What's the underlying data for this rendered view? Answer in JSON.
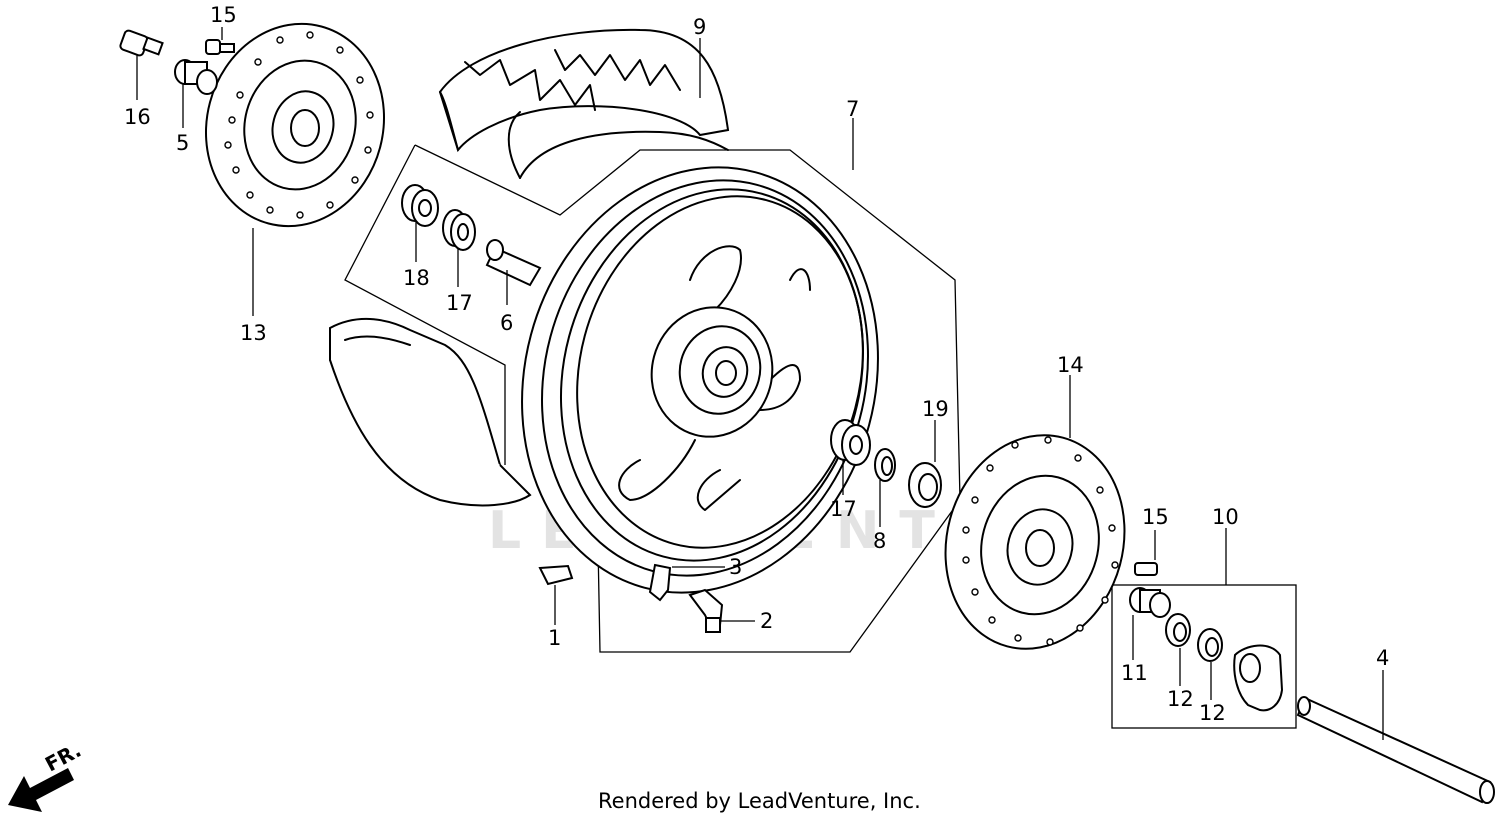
{
  "watermark": "LEADVENTURE",
  "caption": "Rendered by LeadVenture, Inc.",
  "direction_label": "FR.",
  "callouts": {
    "c1": "1",
    "c2": "2",
    "c3": "3",
    "c4": "4",
    "c5": "5",
    "c6": "6",
    "c7": "7",
    "c8": "8",
    "c9": "9",
    "c10": "10",
    "c11": "11",
    "c12a": "12",
    "c12b": "12",
    "c13": "13",
    "c14": "14",
    "c15a": "15",
    "c15b": "15",
    "c16": "16",
    "c17a": "17",
    "c17b": "17",
    "c18": "18",
    "c19": "19"
  },
  "colors": {
    "ink": "#000000",
    "paper": "#ffffff",
    "watermark": "#e3e3e3"
  }
}
